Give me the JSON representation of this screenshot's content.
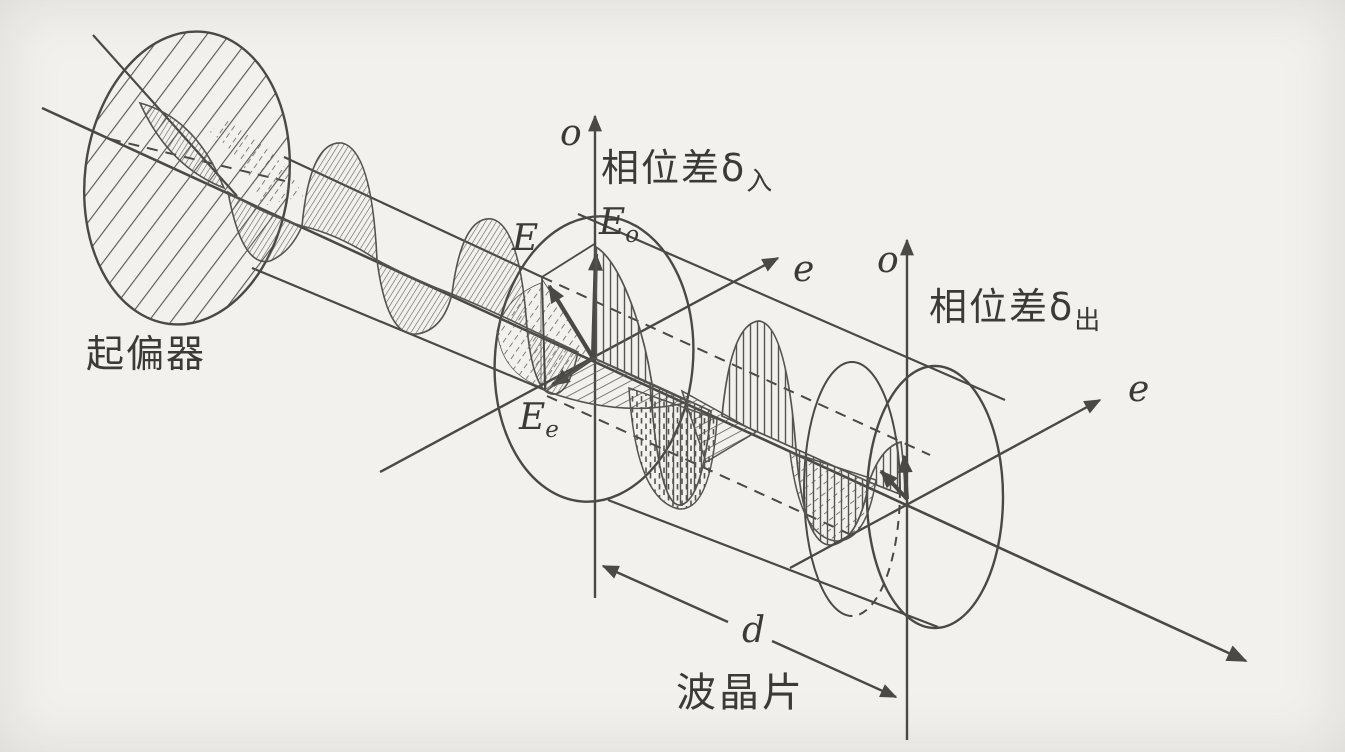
{
  "figure": {
    "background": "#f2f1ee",
    "ink": "#4b4945",
    "text_color": "#3c3a36",
    "polarizer": {
      "label": "起偏器"
    },
    "entry": {
      "phase_prefix": "相位差δ",
      "phase_subscript": "入",
      "o_axis": "o",
      "e_axis": "e",
      "E": "E",
      "Eo_base": "E",
      "Eo_sub": "o",
      "Ee_base": "E",
      "Ee_sub": "e"
    },
    "exit": {
      "phase_prefix": "相位差δ",
      "phase_subscript": "出",
      "o_axis": "o",
      "e_axis": "e"
    },
    "waveplate": {
      "label": "波晶片",
      "thickness_symbol": "d"
    }
  }
}
